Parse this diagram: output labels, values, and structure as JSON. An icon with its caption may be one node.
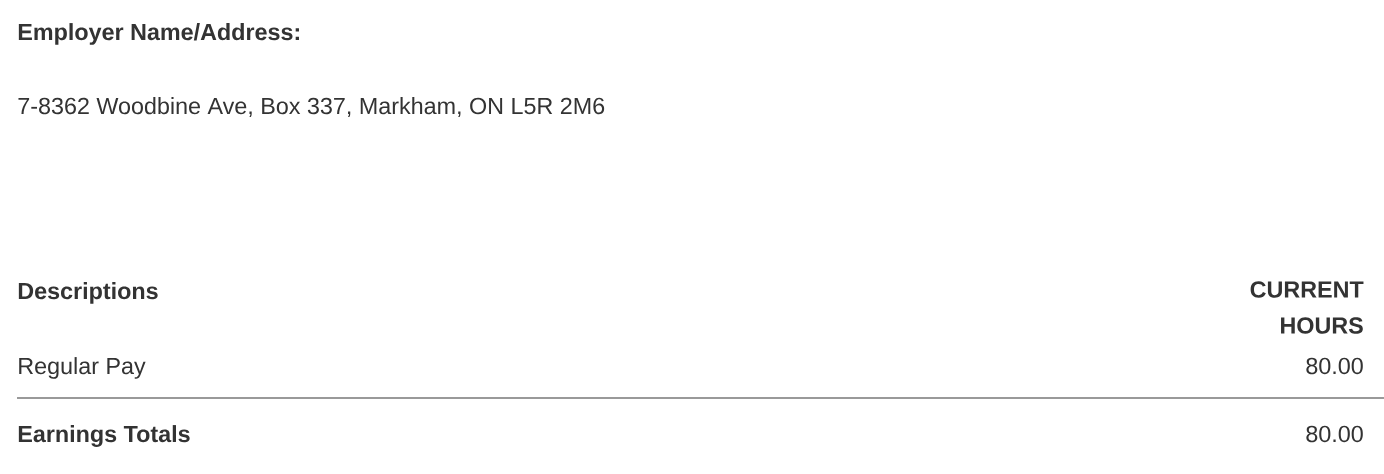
{
  "diagram": {
    "labels": [
      "Employer Name/Address:",
      "7-8362 Woodbine Ave, Box 337, Markham, ON L5R 2M6",
      "Descriptions",
      "CURRENT HOURS",
      "Regular Pay",
      "80.00",
      "Earnings Totals",
      "80.00"
    ]
  }
}
